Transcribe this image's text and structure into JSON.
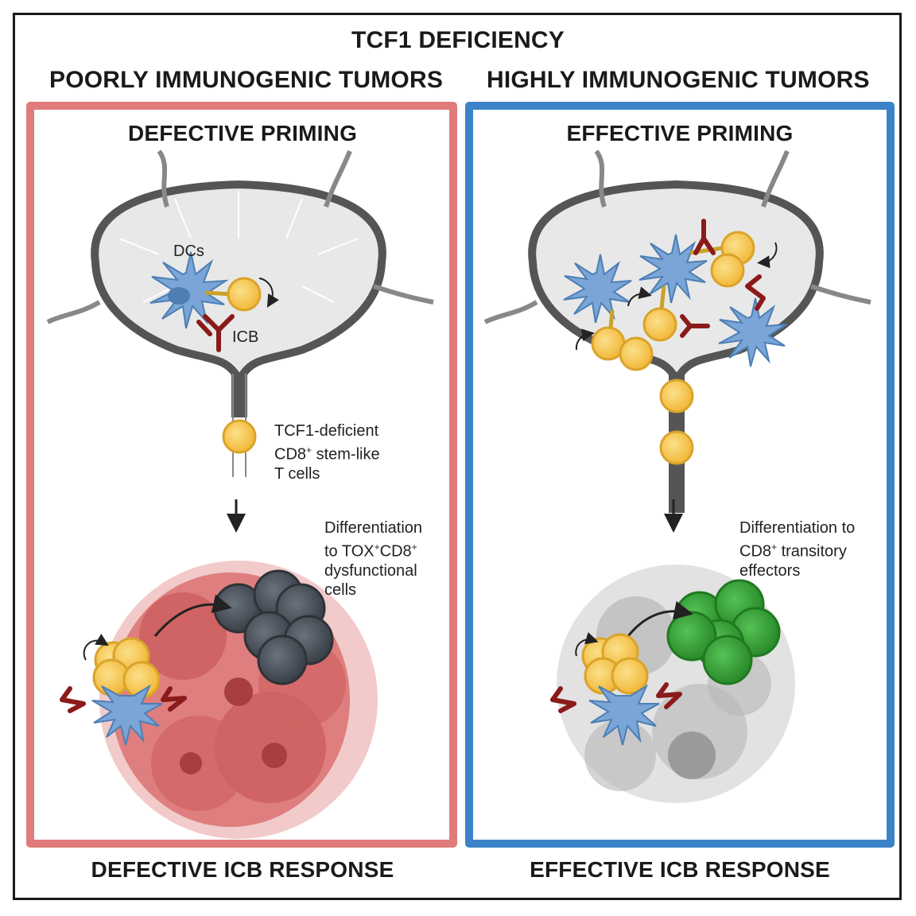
{
  "title": "TCF1 DEFICIENCY",
  "left": {
    "heading": "POORLY IMMUNOGENIC TUMORS",
    "priming": "DEFECTIVE PRIMING",
    "response": "DEFECTIVE ICB RESPONSE",
    "border_color": "#e07b7b",
    "label_dcs": "DCs",
    "label_icb": "ICB",
    "tcell_label_1": "TCF1-deficient",
    "tcell_label_2a": "CD8",
    "tcell_label_2b": "stem-like",
    "tcell_label_3": "T cells",
    "diff_1": "Differentiation",
    "diff_2a": "to TOX",
    "diff_2b": "CD8",
    "diff_3": "dysfunctional",
    "diff_4": "cells"
  },
  "right": {
    "heading": "HIGHLY IMMUNOGENIC TUMORS",
    "priming": "EFFECTIVE PRIMING",
    "response": "EFFECTIVE ICB RESPONSE",
    "border_color": "#3b82c9",
    "diff_1": "Differentiation to",
    "diff_2a": "CD8",
    "diff_2b": "transitory",
    "diff_3": "effectors"
  },
  "colors": {
    "tcell": "#f2c14e",
    "dc": "#7aa5d6",
    "antibody": "#8b1a1a",
    "tumor_red": "#d96a6a",
    "exhausted": "#4a5058",
    "effector": "#3aa33a",
    "tumor_grey": "#b8b8b8"
  },
  "superscript": "+"
}
